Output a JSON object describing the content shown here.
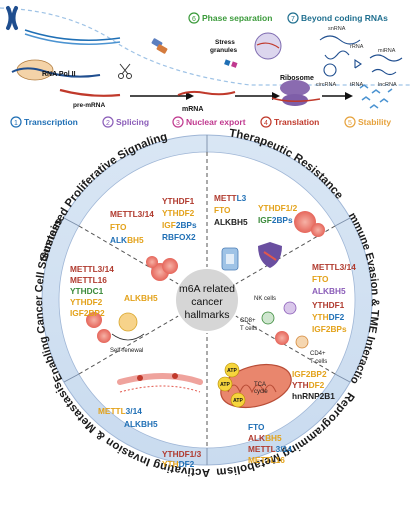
{
  "top": {
    "steps": [
      {
        "num": "1",
        "label": "Transcription",
        "color": "#1f6fb5"
      },
      {
        "num": "2",
        "label": "Splicing",
        "color": "#8a5cb8"
      },
      {
        "num": "3",
        "label": "Nuclear export",
        "color": "#c0398f"
      },
      {
        "num": "4",
        "label": "Translation",
        "color": "#c0392b"
      },
      {
        "num": "5",
        "label": "Stability",
        "color": "#e6a23c"
      },
      {
        "num": "6",
        "label": "Phase separation",
        "color": "#3a9a3a"
      },
      {
        "num": "7",
        "label": "Beyond coding RNAs",
        "color": "#1f6f8f"
      }
    ],
    "labels": {
      "rna_pol": "RNA Pol II",
      "pre_mrna": "pre-mRNA",
      "mrna": "mRNA",
      "ribosome": "Ribosome",
      "stress_granules_1": "Stress",
      "stress_granules_2": "granules",
      "circrna": "circRNA",
      "trna": "tRNA",
      "lncrna": "lncRNA",
      "mirna": "miRNA",
      "snrna": "snRNA",
      "rrna": "rRNA"
    }
  },
  "center": {
    "line1": "m6A related",
    "line2": "cancer",
    "line3": "hallmarks"
  },
  "hallmarks": {
    "sustained": "Sustained Proliferative Signaling",
    "therapeutic": "Therapeutic Resistance",
    "immune": "Immune Evasion & TME Interaction",
    "metabolism": "Reprogramming Metabolism",
    "invasion": "Activating Invasion & Metastasis",
    "stemness": "Enabling Cancer Cell Stemness"
  },
  "molecules": {
    "sustained": {
      "col1": [
        {
          "p": "METTL",
          "s": "3/14",
          "pc": "#b03a2e",
          "sc": "#b03a2e"
        },
        {
          "p": "FTO",
          "s": "",
          "pc": "#e3a21a",
          "sc": "#e3a21a"
        },
        {
          "p": "ALK",
          "s": "BH5",
          "pc": "#1f6fb5",
          "sc": "#e3a21a"
        }
      ],
      "col2": [
        {
          "p": "YTHDF1",
          "s": "",
          "pc": "#b03a2e",
          "sc": "#b03a2e"
        },
        {
          "p": "YTHDF2",
          "s": "",
          "pc": "#e3a21a",
          "sc": "#e3a21a"
        },
        {
          "p": "IGF",
          "s": "2BPs",
          "pc": "#e3a21a",
          "sc": "#1f6fb5"
        },
        {
          "p": "RBFOX2",
          "s": "",
          "pc": "#1f6fb5",
          "sc": "#1f6fb5"
        }
      ]
    },
    "therapeutic": {
      "col1": [
        {
          "p": "METT",
          "s": "L3",
          "pc": "#b03a2e",
          "sc": "#1f6fb5"
        },
        {
          "p": "FTO",
          "s": "",
          "pc": "#e3a21a",
          "sc": "#e3a21a"
        },
        {
          "p": "ALKBH5",
          "s": "",
          "pc": "#222222",
          "sc": "#222222"
        }
      ],
      "col2": [
        {
          "p": "YTHDF1/2",
          "s": "",
          "pc": "#e3a21a",
          "sc": "#e3a21a"
        },
        {
          "p": "IGF",
          "s": "2BPs",
          "pc": "#3a8a3a",
          "sc": "#1f6fb5"
        }
      ]
    },
    "immune": {
      "col1": [
        {
          "p": "METTL",
          "s": "3/14",
          "pc": "#b03a2e",
          "sc": "#b03a2e"
        },
        {
          "p": "FTO",
          "s": "",
          "pc": "#e3a21a",
          "sc": "#e3a21a"
        },
        {
          "p": "ALKBH5",
          "s": "",
          "pc": "#8a5cb8",
          "sc": "#8a5cb8"
        },
        {
          "p": "YTHDF1",
          "s": "",
          "pc": "#b03a2e",
          "sc": "#b03a2e"
        },
        {
          "p": "YTH",
          "s": "DF2",
          "pc": "#e3a21a",
          "sc": "#1f6fb5"
        },
        {
          "p": "IGF2BPs",
          "s": "",
          "pc": "#e3a21a",
          "sc": "#e3a21a"
        }
      ]
    },
    "metabolism": {
      "col1": [
        {
          "p": "IGF2BP2",
          "s": "",
          "pc": "#e3a21a",
          "sc": "#e3a21a"
        },
        {
          "p": "YTH",
          "s": "DF2",
          "pc": "#b03a2e",
          "sc": "#e3a21a"
        },
        {
          "p": "hnRNP2B1",
          "s": "",
          "pc": "#222222",
          "sc": "#222222"
        }
      ],
      "col2": [
        {
          "p": "FTO",
          "s": "",
          "pc": "#1f6fb5",
          "sc": "#1f6fb5"
        },
        {
          "p": "ALK",
          "s": "BH5",
          "pc": "#b03a2e",
          "sc": "#e3a21a"
        },
        {
          "p": "METTL",
          "s": "3/14",
          "pc": "#b03a2e",
          "sc": "#1f6fb5"
        },
        {
          "p": "METTL16",
          "s": "",
          "pc": "#e3a21a",
          "sc": "#e3a21a"
        }
      ]
    },
    "invasion": {
      "col1": [
        {
          "p": "METTL",
          "s": "3/14",
          "pc": "#e3a21a",
          "sc": "#1f6fb5"
        },
        {
          "p": "ALKBH5",
          "s": "",
          "pc": "#1f6fb5",
          "sc": "#1f6fb5"
        },
        {
          "p": "YTHDF1/3",
          "s": "",
          "pc": "#b03a2e",
          "sc": "#b03a2e"
        },
        {
          "p": "YTH",
          "s": "DF2",
          "pc": "#e3a21a",
          "sc": "#1f6fb5"
        }
      ]
    },
    "stemness": {
      "col1": [
        {
          "p": "METTL",
          "s": "3/14",
          "pc": "#b03a2e",
          "sc": "#b03a2e"
        },
        {
          "p": "METTL",
          "s": "16",
          "pc": "#b03a2e",
          "sc": "#b03a2e"
        },
        {
          "p": "YTHDC1",
          "s": "",
          "pc": "#3a8a3a",
          "sc": "#3a8a3a"
        },
        {
          "p": "YTHDF2",
          "s": "",
          "pc": "#e3a21a",
          "sc": "#e3a21a"
        },
        {
          "p": "IGF2BP2",
          "s": "",
          "pc": "#e3a21a",
          "sc": "#e3a21a"
        },
        {
          "p": "ALKBH5",
          "s": "",
          "pc": "#e3a21a",
          "sc": "#e3a21a"
        }
      ]
    }
  },
  "annotations": {
    "self_renewal": "Self-renewal",
    "nk_cells": "NK cells",
    "cd8_1": "CD8+",
    "cd8_2": "T cells",
    "cd4_1": "CD4+",
    "cd4_2": "T cells",
    "tca_1": "TCA",
    "tca_2": "cycle",
    "atp": "ATP"
  }
}
